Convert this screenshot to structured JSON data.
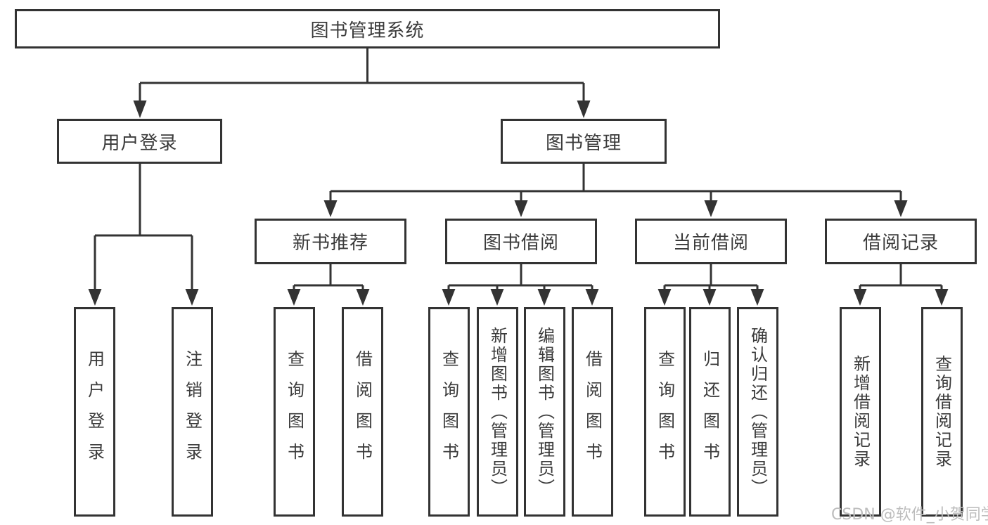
{
  "diagram": {
    "root": {
      "label": "图书管理系统"
    },
    "level2": [
      {
        "label": "用户登录"
      },
      {
        "label": "图书管理"
      }
    ],
    "level3": [
      {
        "label": "新书推荐"
      },
      {
        "label": "图书借阅"
      },
      {
        "label": "当前借阅"
      },
      {
        "label": "借阅记录"
      }
    ],
    "leaves": {
      "user_login": [
        "用户登录",
        "注销登录"
      ],
      "new_book_recommend": [
        "查询图书",
        "借阅图书"
      ],
      "book_borrow": [
        "查询图书",
        "新增图书（管理员）",
        "编辑图书（管理员）",
        "借阅图书"
      ],
      "current_borrow": [
        "查询图书",
        "归还图书",
        "确认归还（管理员）"
      ],
      "borrow_records": [
        "新增借阅记录",
        "查询借阅记录"
      ]
    },
    "colors": {
      "line": "#333333",
      "text": "#3b3b3b",
      "watermark": "#bdbdbd"
    },
    "watermark": "CSDN @软件_小贺同学"
  }
}
